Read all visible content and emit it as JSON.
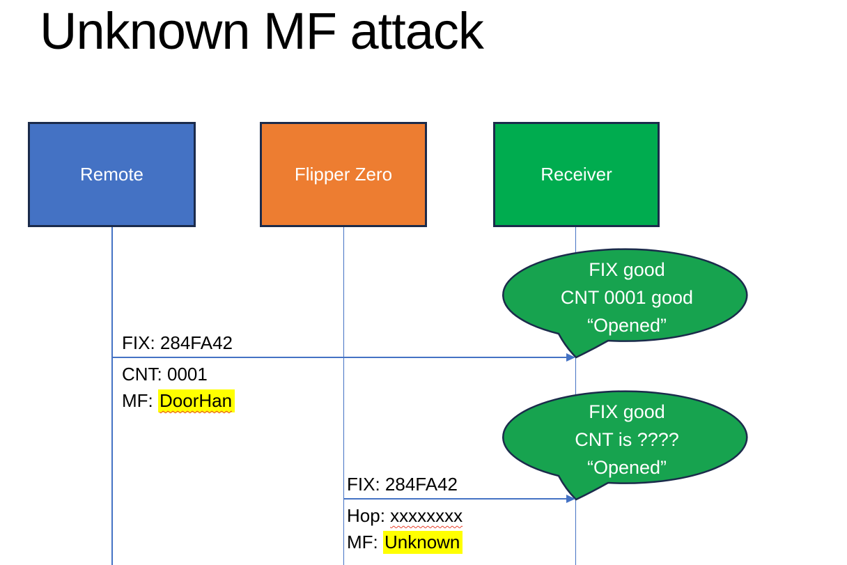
{
  "title": "Unknown MF attack",
  "colors": {
    "actor_border": "#1B2B4B",
    "line_color": "#4472C4",
    "callout_fill": "#17A34F",
    "callout_border": "#1B2B4B",
    "highlight": "#FFFF00",
    "squiggle": "#E8402A"
  },
  "actors": [
    {
      "label": "Remote",
      "fill": "#4472C4"
    },
    {
      "label": "Flipper Zero",
      "fill": "#ED7D31"
    },
    {
      "label": "Receiver",
      "fill": "#00AC4F"
    }
  ],
  "messages": [
    {
      "from": "Remote",
      "to": "Receiver",
      "above": "FIX: 284FA42",
      "below": [
        {
          "prefix": "CNT: ",
          "value": "0001"
        },
        {
          "prefix": "MF: ",
          "value": "DoorHan"
        }
      ]
    },
    {
      "from": "Flipper Zero",
      "to": "Receiver",
      "above": "FIX: 284FA42",
      "below": [
        {
          "prefix": "Hop: ",
          "value": "xxxxxxxx"
        },
        {
          "prefix": "MF: ",
          "value": "Unknown"
        }
      ]
    }
  ],
  "callouts": [
    {
      "lines": [
        "FIX good",
        "CNT 0001 good",
        "“Opened”"
      ]
    },
    {
      "lines": [
        "FIX good",
        "CNT is ????",
        "“Opened”"
      ]
    }
  ]
}
